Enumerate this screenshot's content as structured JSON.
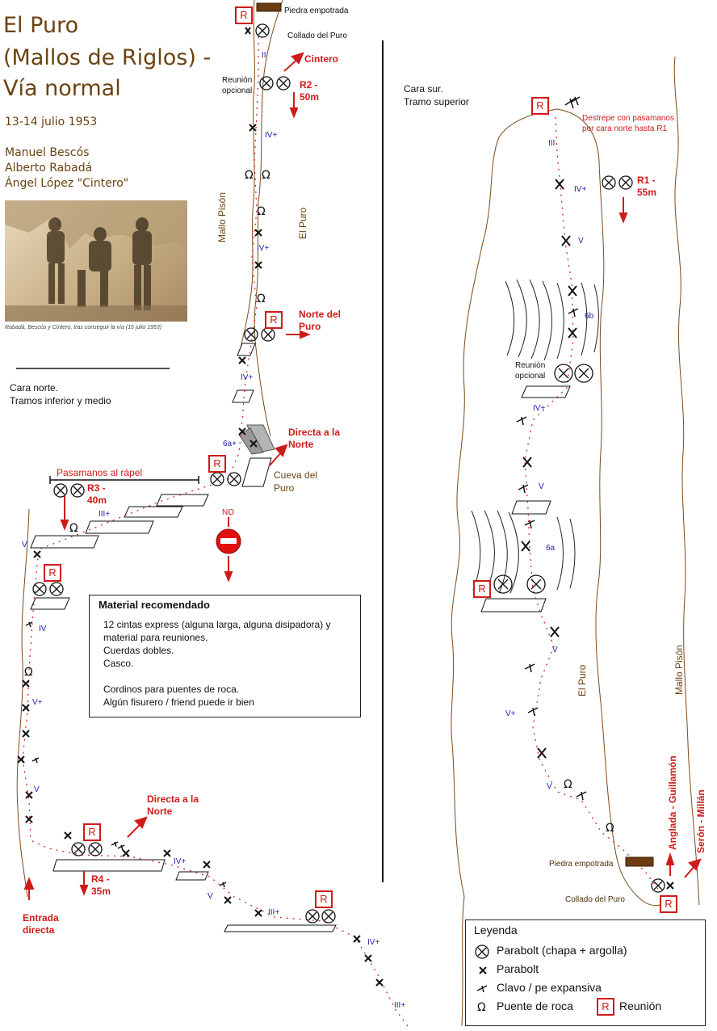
{
  "title": {
    "line1": "El Puro",
    "line2": "(Mallos de Riglos) -",
    "line3": "Vía normal",
    "date": "13-14 julio 1953"
  },
  "climbers": [
    "Manuel Bescós",
    "Alberto Rabadá",
    "Ángel López \"Cintero\""
  ],
  "photo_caption": "Rabadá, Bescós y Cintero, tras conseguir la vía (15 julio 1953)",
  "north_face": {
    "line1": "Cara norte.",
    "line2": "Tramos inferior y medio"
  },
  "south_face": {
    "line1": "Cara sur.",
    "line2": "Tramo superior"
  },
  "labels": {
    "piedra_empotrada": "Piedra empotrada",
    "collado": "Collado del Puro",
    "cintero": "Cintero",
    "reunion_opcional_1": "Reunión",
    "reunion_opcional_2": "opcional",
    "r2_1": "R2 -",
    "r2_2": "50m",
    "mallo_pison": "Mallo Pisón",
    "el_puro": "El Puro",
    "norte_del_puro_1": "Norte del",
    "norte_del_puro_2": "Puro",
    "directa_norte_1": "Directa a la",
    "directa_norte_2": "Norte",
    "cueva_1": "Cueva del",
    "cueva_2": "Puro",
    "pasamanos": "Pasamanos al rápel",
    "r3_1": "R3 -",
    "r3_2": "40m",
    "no": "NO",
    "r4_1": "R4 -",
    "r4_2": "35m",
    "entrada_1": "Entrada",
    "entrada_2": "directa",
    "destrepe_1": "Destrepe con pasamanos",
    "destrepe_2": "por cara norte hasta R1",
    "r1_1": "R1 -",
    "r1_2": "55m",
    "anglada": "Anglada - Guillamón",
    "seron": "Serón - Millán"
  },
  "grades": {
    "g_ii": "II",
    "g_ivplus_1": "IV+",
    "g_ivplus_2": "IV+",
    "g_ivplus_3": "IV+",
    "g_6aplus": "6a+",
    "g_iiiplus_1": "III+",
    "g_v_1": "V",
    "g_iv": "IV",
    "g_vplus_1": "V+",
    "g_v_2": "V",
    "g_ivplus_4": "IV+",
    "g_v_3": "V",
    "g_iiiplus_2": "III+",
    "g_ivplus_5": "IV+",
    "g_iiiplus_3": "III+",
    "g_iii": "III",
    "g_ivplus_6": "IV+",
    "g_v_4": "V",
    "g_6b": "6b",
    "g_ivplus_7": "IV+",
    "g_v_5": "V",
    "g_6a": "6a",
    "g_v_6": "V",
    "g_vplus_2": "V+",
    "g_v_7": "V"
  },
  "reunion_letter": "R",
  "material": {
    "title": "Material recomendado",
    "line1": "12 cintas express (alguna larga, alguna disipadora) y",
    "line2": "material para reuniones.",
    "line3": "Cuerdas dobles.",
    "line4": "Casco.",
    "line5": "Cordinos para puentes de roca.",
    "line6": "Algún fisurero / friend puede ir bien"
  },
  "legend": {
    "title": "Leyenda",
    "parabolt_full": "Parabolt (chapa + argolla)",
    "parabolt": "Parabolt",
    "clavo": "Clavo / pe expansiva",
    "puente": "Puente de roca",
    "reunion": "Reunión"
  },
  "colors": {
    "rock_line": "#7a4a1c",
    "route_red": "#d01a1a",
    "grade_blue": "#1c1cb0",
    "title_brown": "#6b4210"
  }
}
